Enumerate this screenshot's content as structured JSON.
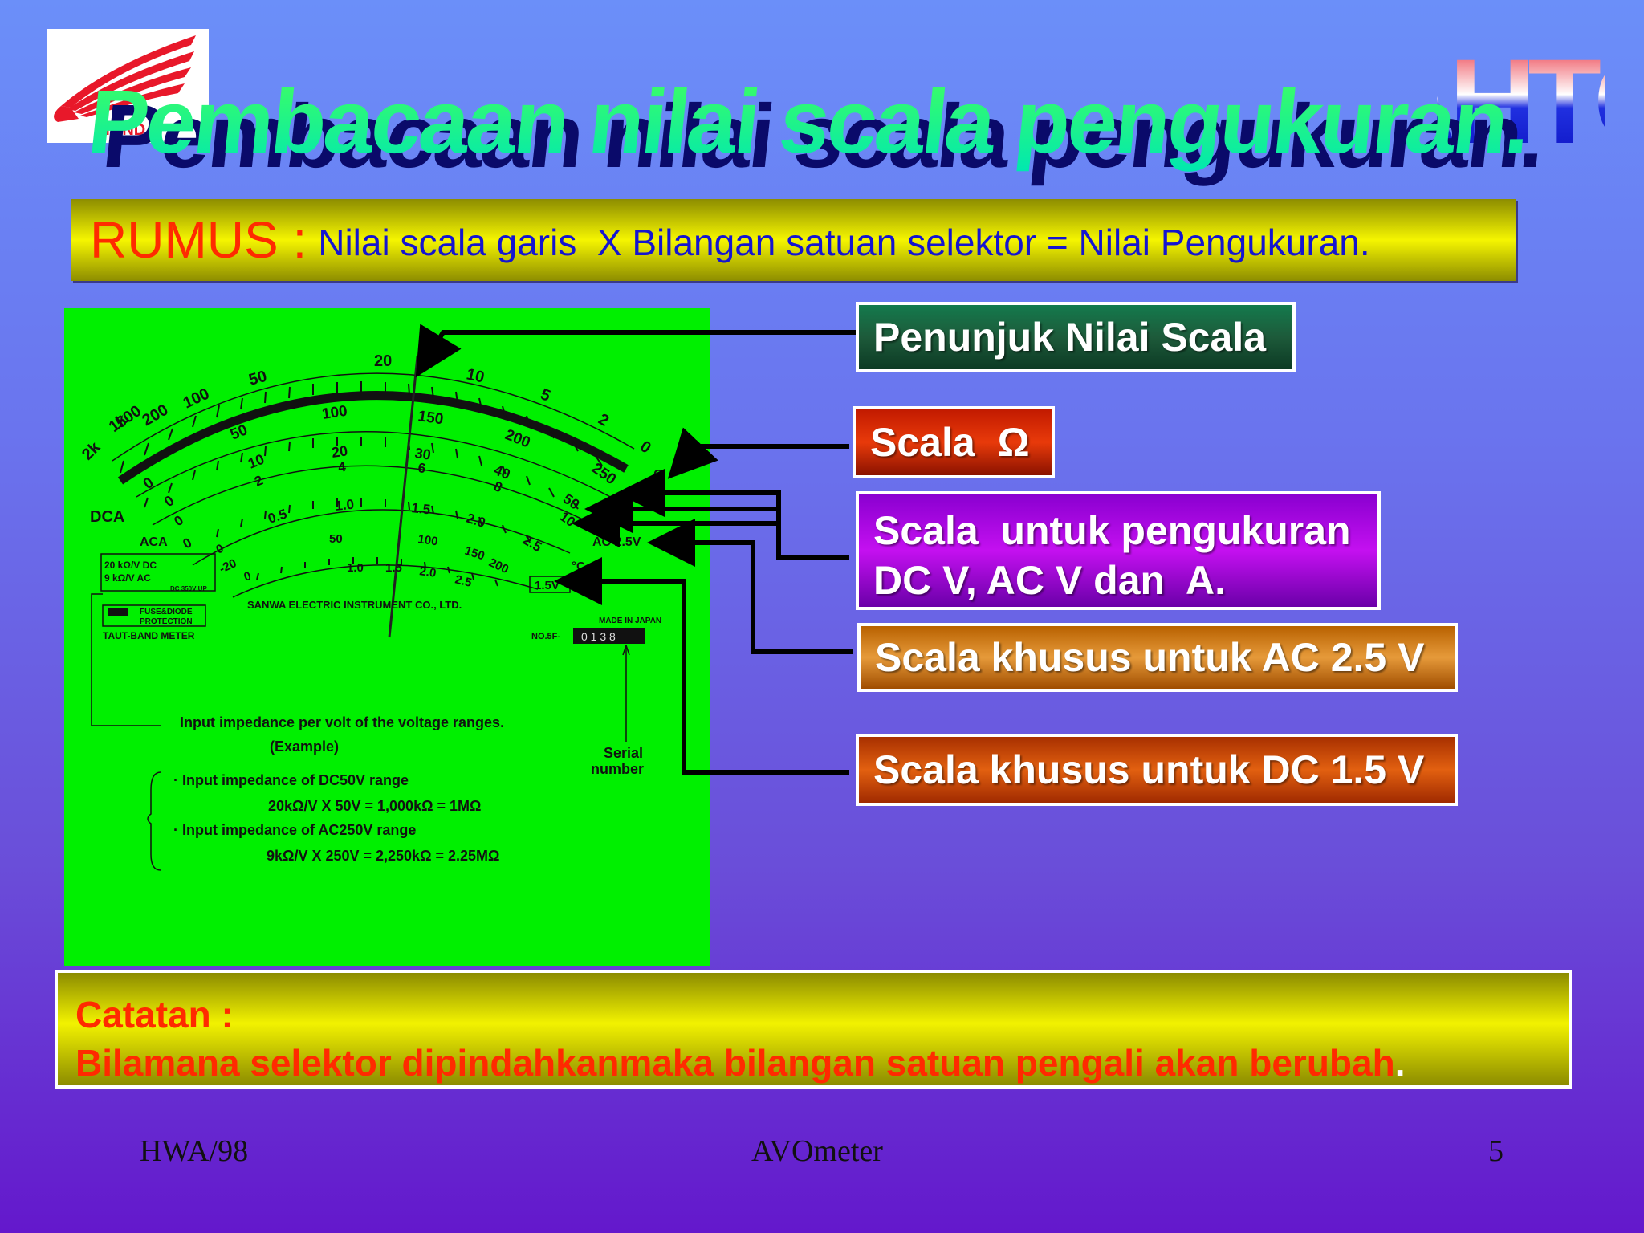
{
  "logo_left": {
    "text": "HONDA"
  },
  "logo_right": {
    "text": "AHTC"
  },
  "title": "Pembacaan nilai scala pengukuran.",
  "rumus": {
    "label": "RUMUS :",
    "text": "Nilai scala garis  X Bilangan satuan selektor = Nilai Pengukuran."
  },
  "meter": {
    "ohm_ticks": [
      "2k",
      "1k",
      "500",
      "200",
      "100",
      "50",
      "20",
      "10",
      "5",
      "2",
      "0",
      "Ω"
    ],
    "v_ticks_250": [
      "0",
      "50",
      "100",
      "150",
      "200",
      "250"
    ],
    "v_ticks_50": [
      "0",
      "10",
      "20",
      "30",
      "40",
      "50"
    ],
    "v_ticks_10": [
      "0",
      "2",
      "4",
      "6",
      "8",
      "10"
    ],
    "a_ticks": [
      "0",
      "0.5",
      "1.0",
      "1.5",
      "2.0",
      "2.5"
    ],
    "c_ticks": [
      "-20",
      "0",
      "50",
      "100",
      "150",
      "200"
    ],
    "v15_ticks": [
      "0",
      "1.0",
      "1.5",
      "2.0",
      "2.5"
    ],
    "dca": "DCA",
    "aca": "ACA",
    "ac25": "AC 2.5V",
    "c_label": "°C",
    "v15": "1.5V",
    "impedance_dc": "20 kΩ/V  DC",
    "impedance_ac": "9  kΩ/V  AC",
    "dc350": "DC 350V UP",
    "fuse": "FUSE&DIODE",
    "protection": "PROTECTION",
    "tautband": "TAUT-BAND METER",
    "maker": "SANWA ELECTRIC INSTRUMENT CO., LTD.",
    "made_in": "MADE IN JAPAN",
    "no_label": "NO.5F-",
    "serial_digits": "0 1 3 8",
    "note_title": "Input impedance per volt of the voltage ranges.",
    "note_example": "(Example)",
    "serial_label_1": "Serial",
    "serial_label_2": "number",
    "note_dc": "· Input impedance of DC50V range",
    "note_dc_calc": "20kΩ/V X 50V = 1,000kΩ = 1MΩ",
    "note_ac": "· Input impedance of AC250V range",
    "note_ac_calc": "9kΩ/V X 250V = 2,250kΩ = 2.25MΩ"
  },
  "callouts": {
    "c1": "Penunjuk Nilai Scala",
    "c2": "Scala  Ω",
    "c3_line1": "Scala  untuk pengukuran",
    "c3_line2": "DC V, AC V dan  A.",
    "c4": "Scala khusus untuk AC 2.5 V",
    "c5": "Scala khusus untuk DC 1.5 V"
  },
  "catatan": {
    "heading": "Catatan :",
    "body": "Bilamana selektor dipindahkanmaka bilangan satuan pengali akan berubah",
    "dot": "."
  },
  "footer": {
    "left": "HWA/98",
    "center": "AVOmeter",
    "right": "5"
  },
  "colors": {
    "background_top": "#6b8ff9",
    "background_bottom": "#6418cc",
    "meter_face": "#00f000",
    "title_fill": "#00ff88",
    "title_shadow": "#0a0a6a",
    "rumus_label": "#ff2a00",
    "rumus_text": "#1515d0"
  }
}
